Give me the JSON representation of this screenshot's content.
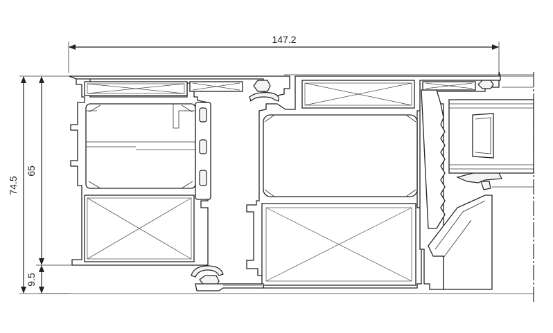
{
  "dimensions": {
    "overall_width": "147.2",
    "overall_height": "74.5",
    "frame_height": "65",
    "sill_height": "9.5"
  }
}
